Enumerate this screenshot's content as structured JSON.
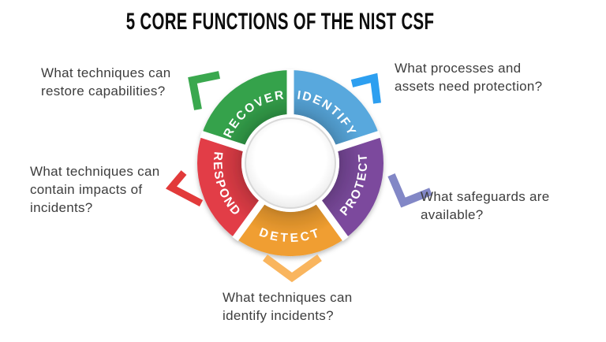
{
  "title": "5 CORE FUNCTIONS OF THE NIST CSF",
  "wheel": {
    "center_fill": "#ffffff",
    "center_ring_color": "#d8d8d8",
    "segments": [
      {
        "label": "IDENTIFY",
        "color": "#58a8dd"
      },
      {
        "label": "PROTECT",
        "color": "#7b4a9d"
      },
      {
        "label": "DETECT",
        "color": "#f09e30"
      },
      {
        "label": "RESPOND",
        "color": "#e23d47"
      },
      {
        "label": "RECOVER",
        "color": "#34a24b"
      }
    ]
  },
  "annotations": {
    "identify": {
      "lines": [
        "What processes and",
        "assets need protection?"
      ]
    },
    "protect": {
      "lines": [
        "What safeguards are",
        "available?"
      ]
    },
    "detect": {
      "lines": [
        "What techniques can",
        "identify incidents?"
      ]
    },
    "respond": {
      "lines": [
        "What techniques can",
        "contain impacts of",
        "incidents?"
      ]
    },
    "recover": {
      "lines": [
        "What techniques can",
        "restore capabilities?"
      ]
    }
  },
  "markers": {
    "recover": {
      "icon": "corner-bracket-up-left-icon",
      "color": "#3aa84e"
    },
    "identify": {
      "icon": "corner-bracket-up-right-icon",
      "color": "#2d9ff0"
    },
    "protect": {
      "icon": "chevron-down-right-icon",
      "color": "#8287c6"
    },
    "respond": {
      "icon": "chevron-left-icon",
      "color": "#e23a3a"
    },
    "detect": {
      "icon": "chevron-down-icon",
      "color": "#f9b55e"
    }
  }
}
